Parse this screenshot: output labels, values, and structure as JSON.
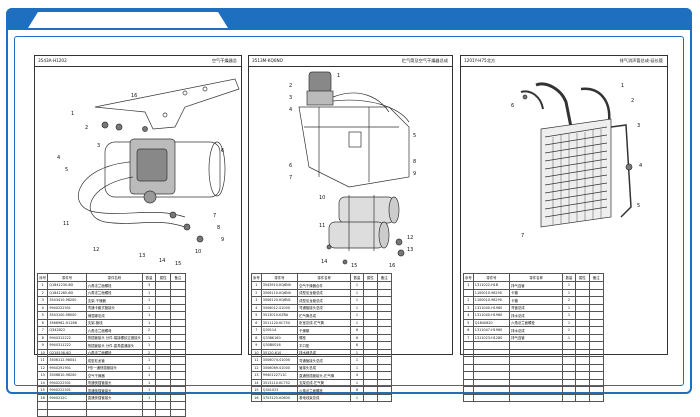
{
  "sheets": [
    {
      "code": "3543A-H1202",
      "name": "空气干燥器总",
      "columns": [
        "序号",
        "零件号",
        "零件名称",
        "数量",
        "属性",
        "备注"
      ],
      "rows": [
        [
          "1",
          "Q1841230-6D",
          "六角法兰面螺栓",
          "3",
          "",
          ""
        ],
        [
          "2",
          "Q1841285-6D",
          "六角法兰面螺栓",
          "1",
          "",
          ""
        ],
        [
          "3",
          "3543410-98200",
          "支架-干燥器",
          "1",
          "",
          ""
        ],
        [
          "4",
          "9940222501",
          "弯通卡套式管接头",
          "1",
          "",
          ""
        ],
        [
          "5",
          "3543100-98000",
          "储湿罐总成",
          "1",
          "",
          ""
        ],
        [
          "6",
          "3566962-H1286",
          "支架-管线",
          "1",
          "",
          ""
        ],
        [
          "7",
          "Q342B22",
          "六角法兰面螺母",
          "2",
          "",
          ""
        ],
        [
          "8",
          "9940312222",
          "快插管接头 分件-端接螺纹过渡接头",
          "1",
          "",
          ""
        ],
        [
          "9",
          "9940311222",
          "快插管接头 分件-直角直通接头",
          "1",
          "",
          ""
        ],
        [
          "10",
          "Q218108-6D",
          "六角法兰面螺栓",
          "2",
          "",
          ""
        ],
        [
          "11",
          "3506112-98041",
          "成型尼龙管",
          "1",
          "",
          ""
        ],
        [
          "12",
          "9940291901",
          "P形一通快插管接头",
          "1",
          "",
          ""
        ],
        [
          "13",
          "3506810-98200",
          "空气干燥器",
          "1",
          "",
          ""
        ],
        [
          "14",
          "9940222501",
          "弯通快插管接头",
          "1",
          "",
          ""
        ],
        [
          "15",
          "9940222501",
          "弯通快插管接头",
          "1",
          "",
          ""
        ],
        [
          "16",
          "9940212C",
          "直通快插管接头",
          "1",
          "",
          ""
        ],
        [
          "",
          "",
          "",
          "",
          "",
          ""
        ],
        [
          "",
          "",
          "",
          "",
          "",
          ""
        ]
      ]
    },
    {
      "code": "3513M-KQ6NO",
      "name": "贮气筒及空气干燥器总成",
      "columns": [
        "序号",
        "零件号",
        "零件名称",
        "数量",
        "属性",
        "备注"
      ],
      "rows": [
        [
          "1",
          "3543910-KQ6N0",
          "空气干燥器合件",
          "1",
          "",
          ""
        ],
        [
          "2",
          "3506110-KQ6N0",
          "成型尼龙管总成",
          "1",
          "",
          ""
        ],
        [
          "3",
          "3506120-KQ6N1",
          "成型尼龙管总成",
          "1",
          "",
          ""
        ],
        [
          "4",
          "3506012-S1000",
          "弯通管接头总成",
          "1",
          "",
          ""
        ],
        [
          "5",
          "3513010-KZRA",
          "贮气筒总成",
          "1",
          "",
          ""
        ],
        [
          "6",
          "3511120-KC750",
          "卧室总成-贮气筒",
          "1",
          "",
          ""
        ],
        [
          "7",
          "Q30114",
          "干燥罐",
          "6",
          "",
          ""
        ],
        [
          "8",
          "Q338K160",
          "螺栓",
          "6",
          "",
          ""
        ],
        [
          "9",
          "Q30B0016",
          "平口垫",
          "6",
          "",
          ""
        ],
        [
          "10",
          "35120-610",
          "排水阀总成",
          "1",
          "",
          ""
        ],
        [
          "11",
          "3506074-S1000",
          "弯通管接头总成",
          "1",
          "",
          ""
        ],
        [
          "12",
          "3506069-S1000",
          "管接头总成",
          "1",
          "",
          ""
        ],
        [
          "13",
          "9940122711C",
          "直通快插管接头-贮气筒",
          "4",
          "",
          ""
        ],
        [
          "14",
          "3513110-KC752",
          "支架总成-贮气筒",
          "1",
          "",
          ""
        ],
        [
          "15",
          "Q341023",
          "六角法兰面螺栓",
          "8",
          "",
          ""
        ],
        [
          "16",
          "3703125-K0630",
          "着地线束总成",
          "1",
          "",
          ""
        ]
      ]
    },
    {
      "code": "1201Y-H75北方",
      "name": "排气消声管总成-延长管",
      "columns": [
        "序号",
        "零件号",
        "零件名称",
        "数量",
        "属性",
        "备注"
      ],
      "rows": [
        [
          "1",
          "1311022-H1B",
          "排气连管",
          "1",
          "",
          ""
        ],
        [
          "",
          "1100010-98290",
          "卡箍",
          "1",
          "",
          ""
        ],
        [
          "2",
          "1100010-98290",
          "卡箍",
          "2",
          "",
          ""
        ],
        [
          "3",
          "1311040-H1960",
          "弯管总成",
          "1",
          "",
          ""
        ],
        [
          "4",
          "1311040-H1960",
          "排水总成",
          "1",
          "",
          ""
        ],
        [
          "5",
          "Q1840620",
          "六角法兰面螺栓",
          "1",
          "",
          ""
        ],
        [
          "6",
          "1311047-H1960",
          "排水总成",
          "1",
          "",
          ""
        ],
        [
          "7",
          "1311023-H1280",
          "排气连管",
          "1",
          "",
          ""
        ],
        [
          "",
          "",
          "",
          "",
          "",
          ""
        ],
        [
          "",
          "",
          "",
          "",
          "",
          ""
        ],
        [
          "",
          "",
          "",
          "",
          "",
          ""
        ],
        [
          "",
          "",
          "",
          "",
          "",
          ""
        ],
        [
          "",
          "",
          "",
          "",
          "",
          ""
        ],
        [
          "",
          "",
          "",
          "",
          "",
          ""
        ],
        [
          "",
          "",
          "",
          "",
          "",
          ""
        ],
        [
          "",
          "",
          "",
          "",
          "",
          ""
        ]
      ]
    }
  ],
  "callouts": {
    "s1": [
      "1",
      "2",
      "3",
      "4",
      "5",
      "6",
      "7",
      "8",
      "9",
      "10",
      "11",
      "12",
      "13",
      "14",
      "15",
      "16"
    ],
    "s2": [
      "1",
      "2",
      "3",
      "4",
      "5",
      "6",
      "7",
      "8",
      "9",
      "10",
      "11",
      "12",
      "13",
      "14",
      "15",
      "16"
    ],
    "s3": [
      "1",
      "2",
      "3",
      "4",
      "5",
      "6",
      "7"
    ]
  },
  "colors": {
    "frame": "#1e6fc0",
    "line": "#333333"
  }
}
